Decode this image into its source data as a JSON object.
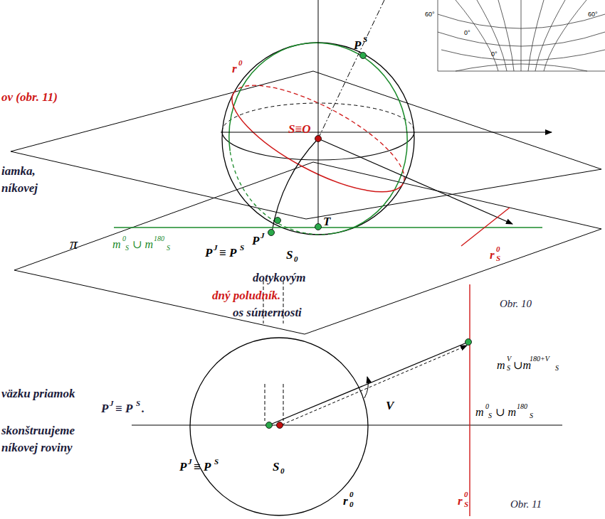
{
  "diagram": {
    "labels": [
      "ov (obr. 11)",
      "iamka,",
      "níkovej",
      "dotykovým",
      "dný poludník.",
      "os súmernosti",
      "väzku priamok",
      "P",
      "J",
      "≡ P",
      "S",
      ".",
      "skonštruujeme",
      "níkovej roviny",
      "P",
      "S",
      "r",
      "0",
      "S≡O",
      "P",
      "J",
      "T",
      "π",
      "m",
      "0",
      "S",
      "∪ m",
      "180",
      "S",
      "P",
      "J",
      "≡ P",
      "S",
      "S",
      "0",
      "r",
      "0",
      "S",
      "Obr. 10",
      "m",
      "V",
      "S",
      "∪m",
      "180+V",
      "S",
      "V",
      "m",
      "0",
      "S",
      "∪ m",
      "180",
      "S",
      "P",
      "J",
      "≡ P",
      "S",
      "S",
      "0",
      "r",
      "0",
      "0",
      "r",
      "0",
      "S",
      "Obr. 11",
      "60°",
      "60°",
      "0°",
      "0°"
    ]
  }
}
